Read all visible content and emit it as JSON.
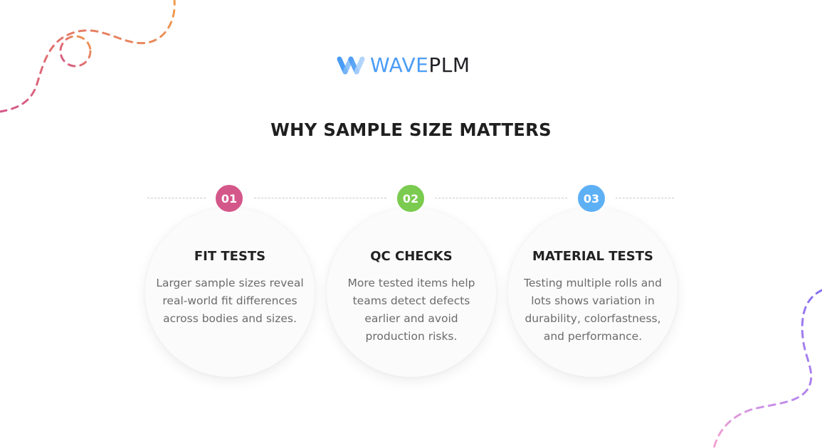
{
  "brand": {
    "name_part1": "WAVE",
    "name_part2": "PLM",
    "colors": {
      "primary": "#4a9cf5",
      "dark": "#1f1f24",
      "light": "#a9cffb"
    }
  },
  "title": "WHY SAMPLE SIZE MATTERS",
  "steps": [
    {
      "number": "01",
      "heading": "FIT TESTS",
      "body": "Larger sample sizes reveal real-world fit differences across bodies and sizes.",
      "badge_color": "#d4578a"
    },
    {
      "number": "02",
      "heading": "QC CHECKS",
      "body": "More tested items help teams detect defects earlier and avoid production risks.",
      "badge_color": "#7acb4f"
    },
    {
      "number": "03",
      "heading": "MATERIAL TESTS",
      "body": "Testing multiple rolls and lots shows variation in durability, colorfastness, and performance.",
      "badge_color": "#5eb0f5"
    }
  ],
  "decorations": {
    "top_left_curve": {
      "colors": [
        "#d4578a",
        "#e47a6a",
        "#ef9f4c"
      ]
    },
    "bottom_right_curve": {
      "colors": [
        "#8a6cf3",
        "#c88de6",
        "#f09ad6"
      ]
    }
  }
}
